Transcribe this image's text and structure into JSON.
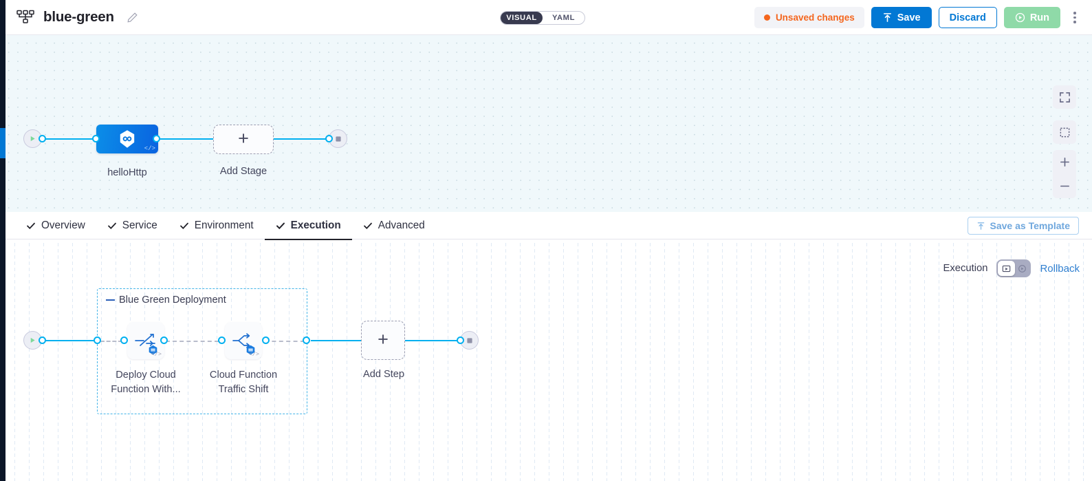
{
  "header": {
    "pipeline_icon": "pipeline-nodes-icon",
    "title": "blue-green",
    "edit_icon": "pencil-icon",
    "mode_toggle": {
      "options": [
        "VISUAL",
        "YAML"
      ],
      "selected": "VISUAL"
    },
    "unsaved": {
      "label": "Unsaved changes",
      "dot_color": "#f4661e"
    },
    "save_label": "Save",
    "save_icon": "upload-arrow-icon",
    "discard_label": "Discard",
    "run_label": "Run",
    "run_icon": "play-circle-icon",
    "menu_icon": "kebab-menu-icon"
  },
  "canvas_controls": {
    "fit_icon": "fullscreen-fit-icon",
    "select_icon": "marquee-select-icon",
    "zoom_in_icon": "plus-icon",
    "zoom_out_icon": "minus-icon"
  },
  "stage_graph": {
    "start_icon": "play-triangle-icon",
    "end_icon": "stop-square-icon",
    "stage": {
      "label": "helloHttp",
      "icon": "harness-hexagon-icon",
      "code_glyph": "</>"
    },
    "add_stage": {
      "label": "Add Stage",
      "icon": "plus-icon"
    }
  },
  "tabs": [
    {
      "label": "Overview",
      "icon": "check-icon",
      "active": false
    },
    {
      "label": "Service",
      "icon": "check-icon",
      "active": false
    },
    {
      "label": "Environment",
      "icon": "check-icon",
      "active": false
    },
    {
      "label": "Execution",
      "icon": "check-icon",
      "active": true
    },
    {
      "label": "Advanced",
      "icon": "check-icon",
      "active": false
    }
  ],
  "save_template": {
    "label": "Save as Template",
    "icon": "template-upload-icon"
  },
  "execution_bar": {
    "label": "Execution",
    "toggle": {
      "on_icon": "execution-steps-icon",
      "off_icon": "rollback-clock-icon",
      "selected": "execution"
    },
    "rollback_label": "Rollback"
  },
  "execution_graph": {
    "start_icon": "play-triangle-icon",
    "end_icon": "stop-square-icon",
    "group": {
      "title": "Blue Green Deployment"
    },
    "steps": [
      {
        "label": "Deploy Cloud Function With...",
        "icon": "cloud-function-deploy-icon",
        "badge": "harness-step-badge",
        "code_glyph": "</>"
      },
      {
        "label": "Cloud Function Traffic Shift",
        "icon": "traffic-shift-icon",
        "badge": "harness-step-badge",
        "code_glyph": "</>"
      }
    ],
    "add_step": {
      "label": "Add Step",
      "icon": "plus-icon"
    }
  },
  "colors": {
    "accent_blue": "#0278d4",
    "edge_blue": "#00b0f0",
    "group_border": "#43b4e8",
    "run_green": "#8fdaa8",
    "unsaved_orange": "#f4661e"
  }
}
